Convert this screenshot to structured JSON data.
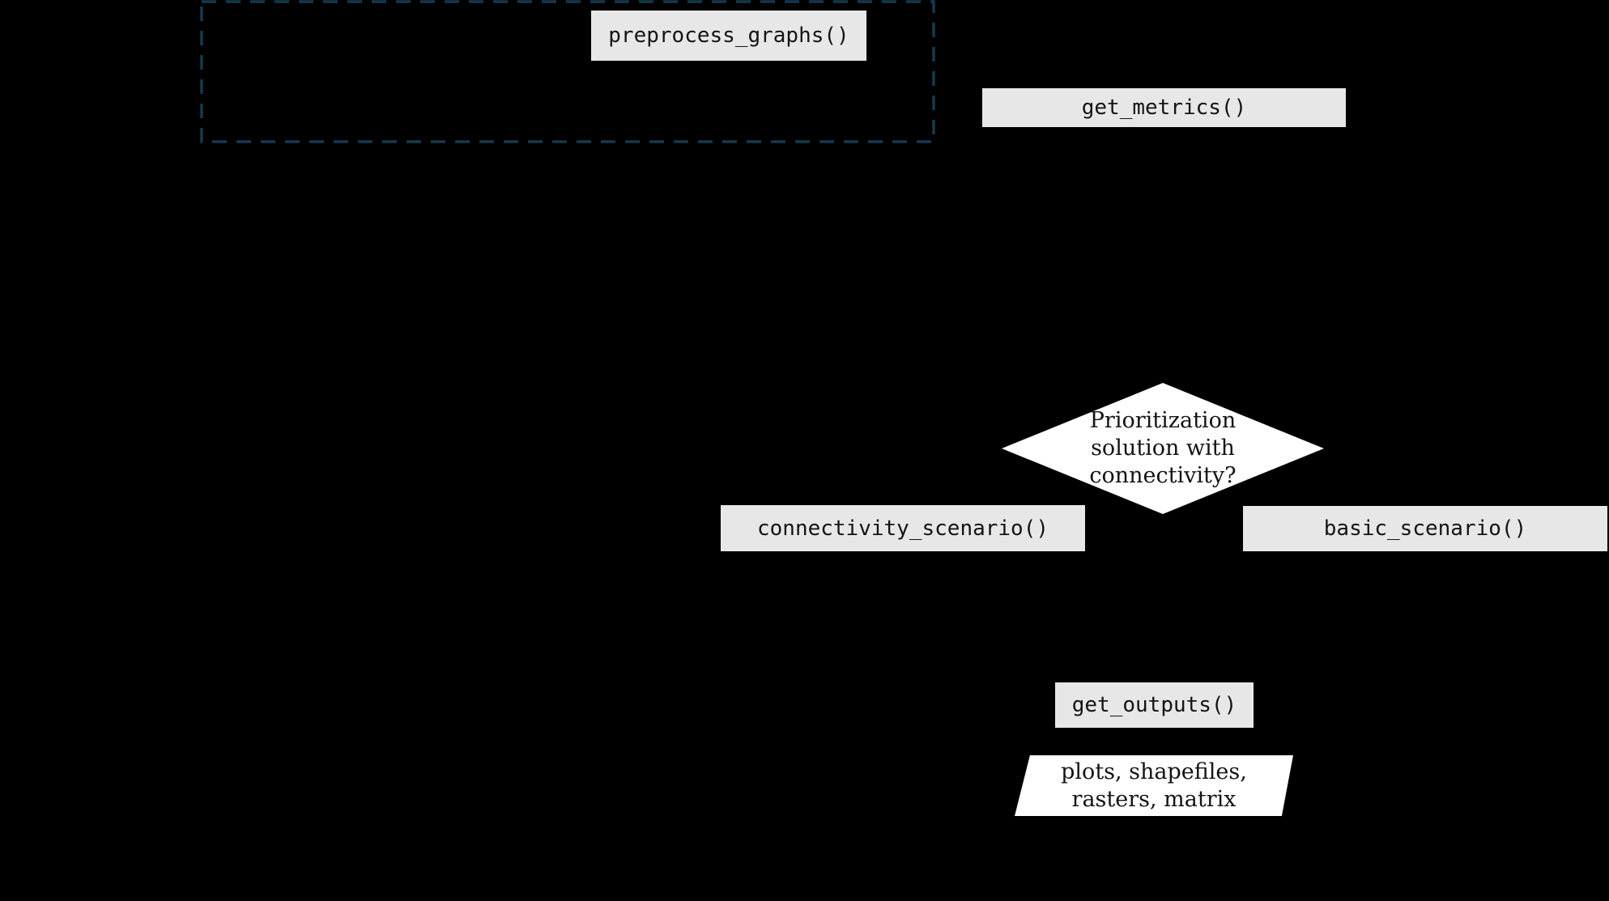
{
  "colors": {
    "background": "#000000",
    "function_box_fill": "#e7e7e7",
    "shape_fill": "#ffffff",
    "text": "#141414",
    "dashed_outline": "#15394d"
  },
  "nodes": {
    "preprocess_graphs": {
      "label": "preprocess_graphs()"
    },
    "get_metrics": {
      "label": "get_metrics()"
    },
    "decision": {
      "line1": "Prioritization",
      "line2": "solution with",
      "line3": "connectivity?"
    },
    "connectivity_scenario": {
      "label": "connectivity_scenario()"
    },
    "basic_scenario": {
      "label": "basic_scenario()"
    },
    "get_outputs": {
      "label": "get_outputs()"
    },
    "outputs": {
      "line1": "plots, shapefiles,",
      "line2": "rasters, matrix"
    }
  }
}
